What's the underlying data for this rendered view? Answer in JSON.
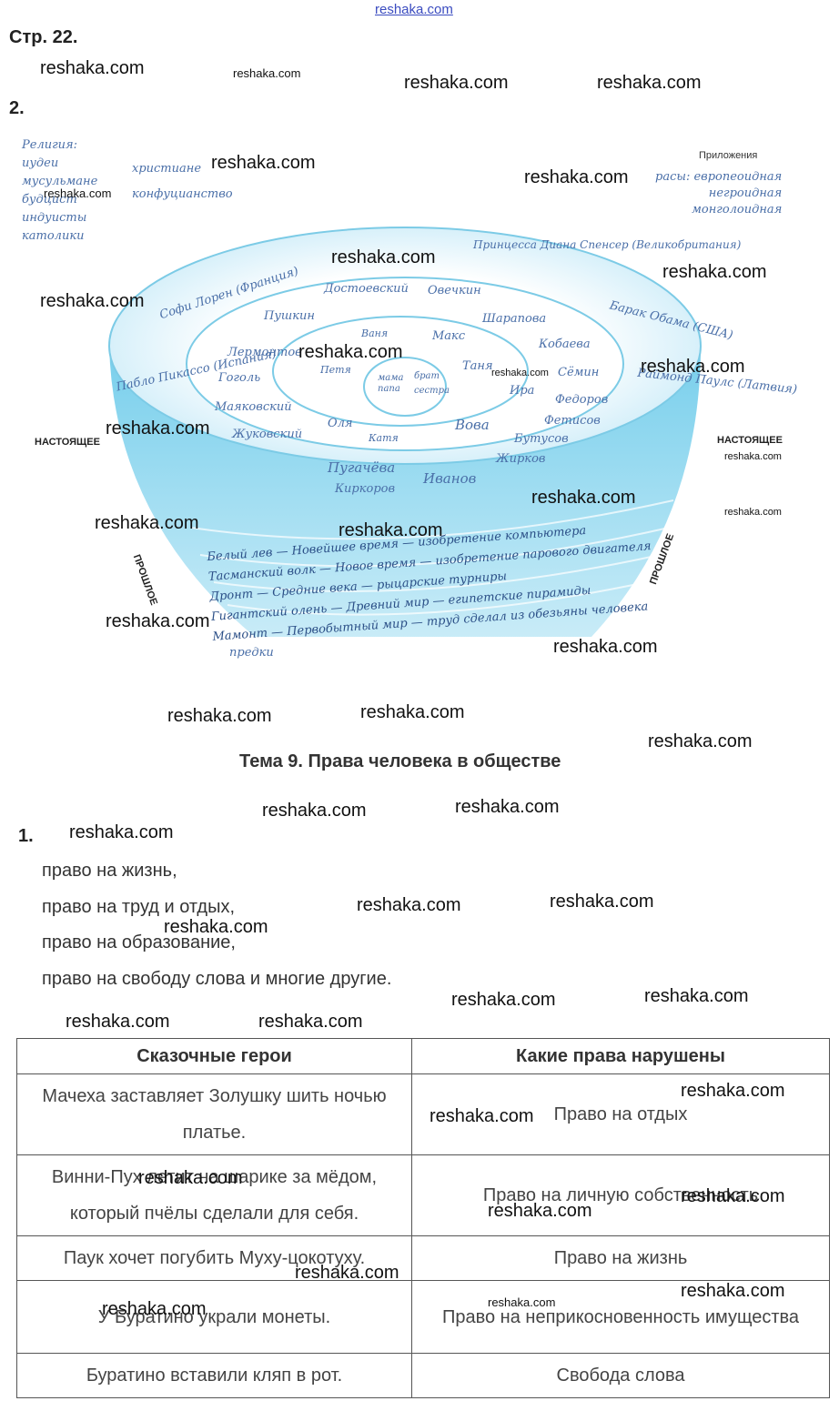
{
  "site_link": "reshaka.com",
  "page_label": "Стр. 22.",
  "task2_label": "2.",
  "diagram": {
    "top_left_list": [
      "Религия:",
      "иудеи",
      "мусульмане",
      "будцист",
      "индуисты",
      "католики"
    ],
    "top_left_list2": [
      "христиане",
      "конфуцианство"
    ],
    "top_right_title": "Приложения",
    "top_right_text": [
      "расы: европеоидная",
      "негроидная",
      "монголоидная"
    ],
    "label_present_left": "НАСТОЯЩЕЕ",
    "label_present_right": "НАСТОЯЩЕЕ",
    "label_past_left": "ПРОШЛОЕ",
    "label_past_right": "ПРОШЛОЕ",
    "inner_ring": [
      "мама",
      "папа",
      "брат",
      "сестра"
    ],
    "ring2": [
      "Ваня",
      "Петя",
      "Макс",
      "Таня",
      "Ира",
      "Оля",
      "Вова",
      "Катя"
    ],
    "ring3": [
      "Пушкин",
      "Лермонтов",
      "Гоголь",
      "Маяковский",
      "Жуковский",
      "Пугачёва",
      "Киркоров",
      "Иванов",
      "Жирков",
      "Бутусов",
      "Федоров",
      "Фетисов",
      "Сёмин",
      "Кобаева",
      "Шарапова",
      "Овечкин",
      "Достоевский"
    ],
    "ring4": [
      "Софи Лорен (Франция)",
      "Принцесса Диана Спенсер (Великобритания)",
      "Барак Обама (США)",
      "Раймонд Паулс (Латвия)",
      "Пабло Пикассо (Испания)"
    ],
    "history_rows": [
      {
        "animal": "Белый лев",
        "era": "Новейшее время",
        "event": "изобретение компьютера"
      },
      {
        "animal": "Тасманский волк",
        "era": "Новое время",
        "event": "изобретение парового двигателя"
      },
      {
        "animal": "Дронт",
        "era": "Средние века",
        "event": "рыцарские турниры"
      },
      {
        "animal": "Гигантский олень",
        "era": "Древний мир",
        "event": "египетские пирамиды"
      },
      {
        "animal": "Мамонт",
        "era": "Первобытный мир",
        "event": "труд сделал из обезьяны человека"
      }
    ],
    "bottom_left_hw": "предки"
  },
  "topic_title": "Тема 9. Права человека в обществе",
  "task1_label": "1.",
  "rights": [
    "право на жизнь,",
    "право на труд и отдых,",
    "право на образование,",
    "право на свободу слова и многие другие."
  ],
  "table": {
    "headers": [
      "Сказочные герои",
      "Какие права нарушены"
    ],
    "rows": [
      [
        "Мачеха заставляет Золушку шить ночью платье.",
        "Право на отдых"
      ],
      [
        "Винни-Пух летит на шарике за мёдом, который пчёлы сделали для себя.",
        "Право на личную собственность"
      ],
      [
        "Паук хочет погубить Муху-цокотуху.",
        "Право на жизнь"
      ],
      [
        "У Буратино украли монеты.",
        "Право на неприкосновенность имущества"
      ],
      [
        "Буратино вставили кляп в рот.",
        "Свобода слова"
      ]
    ]
  },
  "watermark": "reshaka.com"
}
